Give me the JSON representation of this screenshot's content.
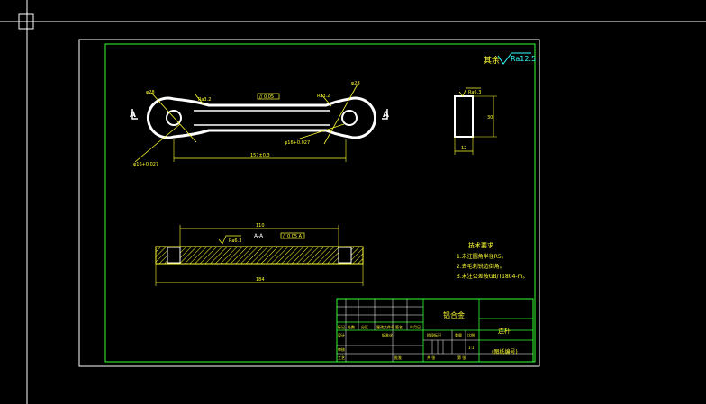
{
  "roughness": {
    "label": "其余",
    "value": "Ra12.5"
  },
  "top_view": {
    "dimensions": {
      "overall": "157±0.3",
      "parallel_tol": "// 0.05",
      "left_dia": "φ28",
      "right_dia": "φ28",
      "bore_left": "φ16+0.027",
      "bore_right": "φ16+0.027",
      "ra_left": "Ra3.2",
      "ra_right": "Ra3.2"
    },
    "section_label_left": "A",
    "section_label_right": "A"
  },
  "side_view": {
    "ra": "Ra6.3",
    "height": "30",
    "width": "12"
  },
  "section_view": {
    "title": "A-A",
    "inner_dim": "110",
    "overall_dim": "184",
    "ra": "Ra6.3",
    "tol": "// 0.05 A"
  },
  "tech_req": {
    "title": "技术要求",
    "items": [
      "1.未注圆角半径R5。",
      "2.去毛刺锐边倒角。",
      "3.未注公差按GB/T1804-m。"
    ]
  },
  "title_block": {
    "material": "铝合金",
    "part_name": "连杆",
    "drawing_no": "(图纸编号)",
    "headers_row": [
      "标记",
      "处数",
      "分区",
      "更改文件号",
      "签名",
      "年月日"
    ],
    "row_labels": [
      "设计",
      "审核",
      "工艺"
    ],
    "standardize": "标准化",
    "approve": "批准",
    "stage_label": "阶段标记",
    "weight_label": "重量",
    "scale_label": "比例",
    "scale_value": "1:1",
    "sheet_label": "共 张",
    "sheet_of": "第 张"
  }
}
